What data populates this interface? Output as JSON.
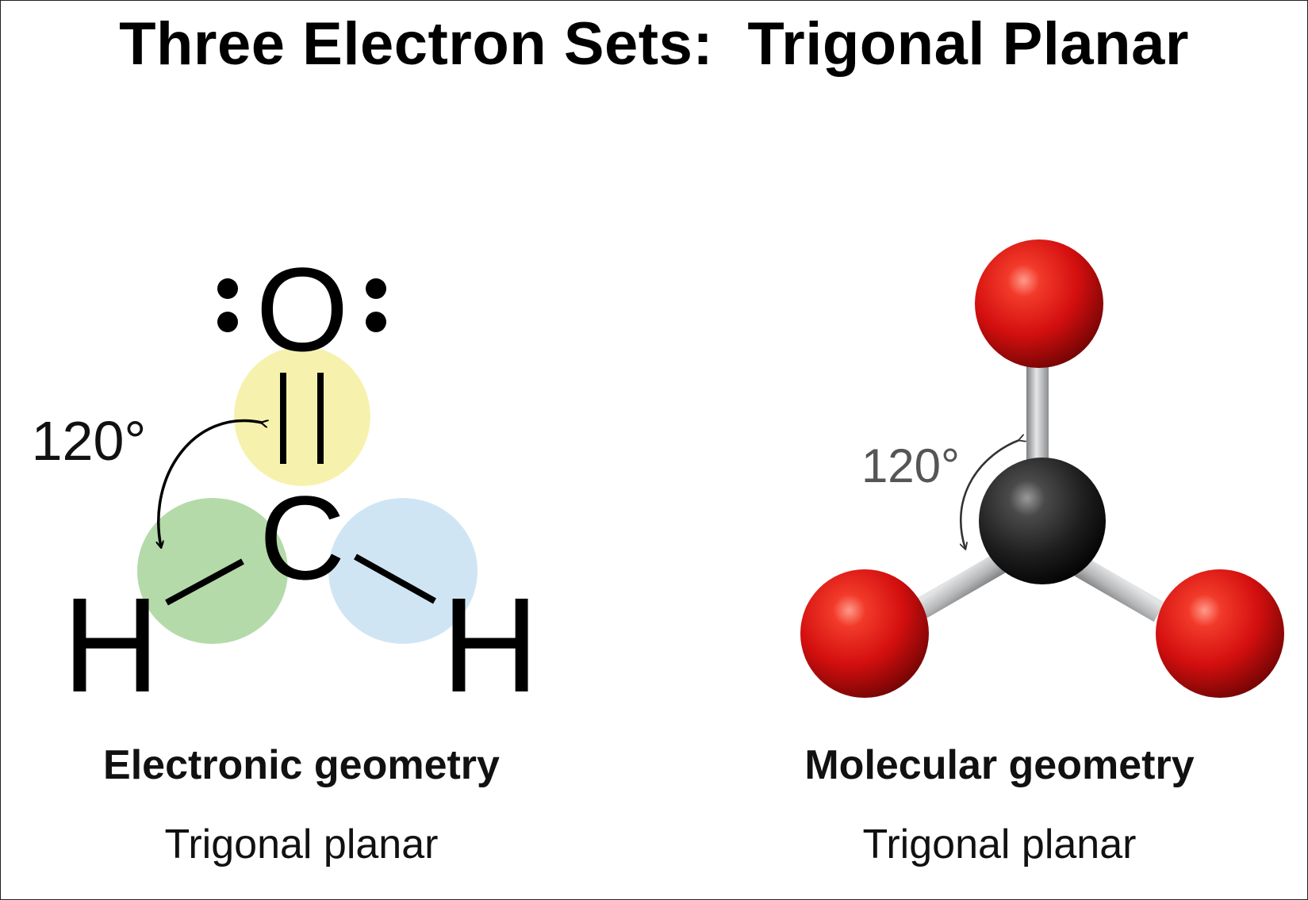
{
  "title": "Three Electron Sets:  Trigonal Planar",
  "lewis": {
    "oxygen": "O",
    "carbon": "C",
    "hydrogen_left": "H",
    "hydrogen_right": "H",
    "angle_label": "120°",
    "domain_colors": {
      "double_bond": "#f4f0a0",
      "left_bond": "#a8d49a",
      "right_bond": "#c8e1f2"
    }
  },
  "model": {
    "angle_label": "120°",
    "colors": {
      "outer_atom": "#e01b1b",
      "central_atom": "#2a2a2a",
      "bond": "#b4b6b8"
    }
  },
  "left_panel": {
    "heading": "Electronic geometry",
    "subheading": "Trigonal planar"
  },
  "right_panel": {
    "heading": "Molecular geometry",
    "subheading": "Trigonal planar"
  }
}
